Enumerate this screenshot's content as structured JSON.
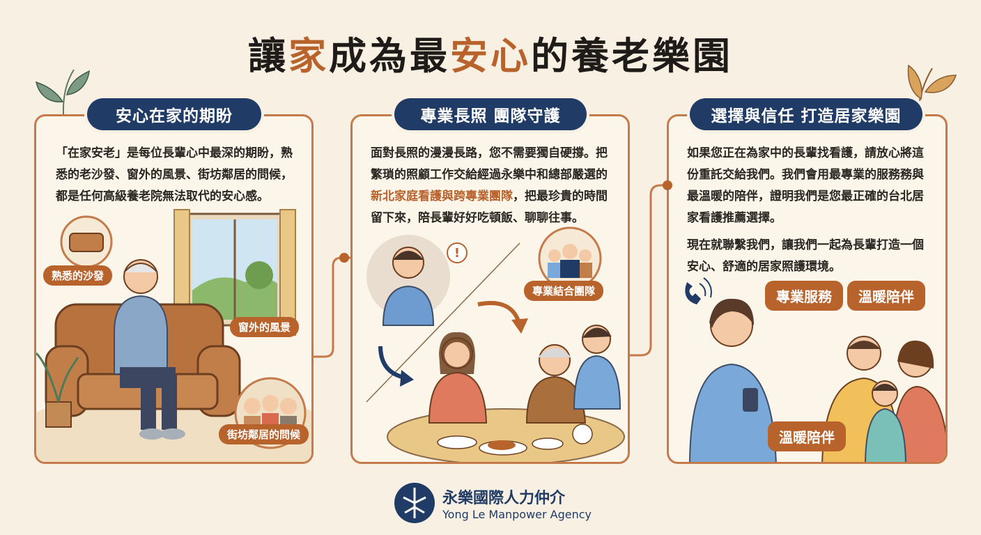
{
  "title": {
    "part1": "讓",
    "part2": "家",
    "part3": "成為最",
    "part4": "安心",
    "part5": "的養老樂園"
  },
  "panels": [
    {
      "heading": "安心在家的期盼",
      "paragraphs": [
        "「在家安老」是每位長輩心中最深的期盼，熟悉的老沙發、窗外的風景、街坊鄰居的問候，都是任何高級養老院無法取代的安心感。"
      ],
      "tags": [
        "熟悉的沙發",
        "窗外的風景",
        "街坊鄰居的問候"
      ]
    },
    {
      "heading": "專業長照 團隊守護",
      "text_a": "面對長照的漫漫長路，您不需要獨自硬撐。把繁瑣的照顧工作交給經過永樂中和總部嚴選的",
      "text_hl": "新北家庭看護與跨專業團隊",
      "text_b": "，把最珍貴的時間留下來，陪長輩好好吃頓飯、聊聊往事。",
      "tags": [
        "專業結合團隊"
      ]
    },
    {
      "heading": "選擇與信任 打造居家樂園",
      "paragraphs": [
        "如果您正在為家中的長輩找看護，請放心將這份重託交給我們。我們會用最專業的服務務與最溫暖的陪伴，證明我們是您最正確的台北居家看護推薦選擇。",
        "現在就聯繫我們，讓我們一起為長輩打造一個安心、舒適的居家照護環境。"
      ],
      "bubbles": [
        "專業服務",
        "溫暖陪伴",
        "溫暖陪伴"
      ]
    }
  ],
  "footer": {
    "name": "永樂國際人力仲介",
    "name_en": "Yong Le Manpower Agency"
  },
  "colors": {
    "navy": "#1f3b66",
    "accent": "#b8622c",
    "background": "#f8f0e3"
  }
}
